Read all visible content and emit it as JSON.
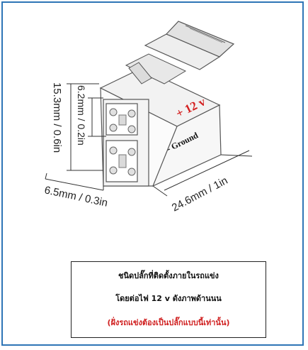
{
  "diagram": {
    "labels": {
      "height_total": "15.3mm / 0.6in",
      "height_pin": "6.2mm / 0.2in",
      "width": "6.5mm / 0.3in",
      "length": "24.6mm / 1in",
      "positive": "+ 12 v",
      "ground": "- Ground"
    },
    "colors": {
      "positive": "#d42020",
      "ground": "#111111",
      "frame": "#2e75b6"
    }
  },
  "note": {
    "line1": "ชนิดปลั๊กที่ติดตั้งภายในรถแข่ง",
    "line2": "โดยต่อไฟ 12 v ดังภาพด้านนน",
    "line3": "(ฝั่งรถแข่งต้องเป็นปลั๊กแบบนี้เท่านั้น)"
  }
}
